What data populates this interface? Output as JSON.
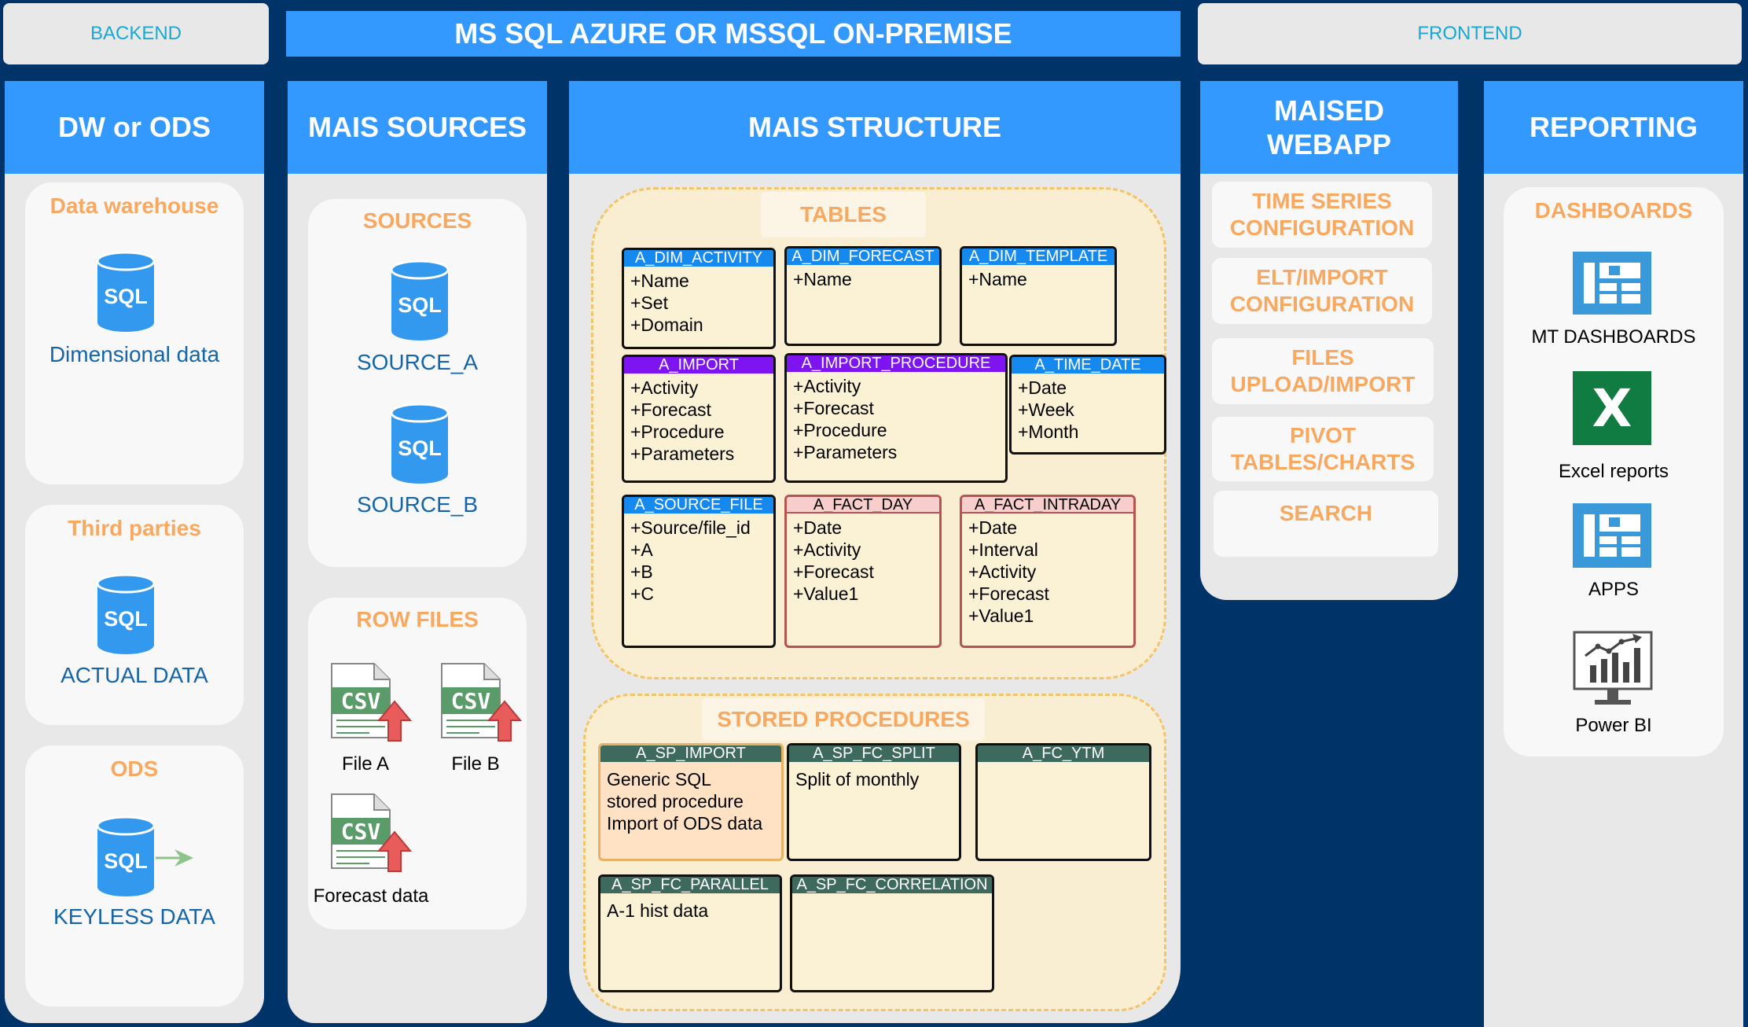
{
  "header": {
    "backend_tab": "BACKEND",
    "title": "MS SQL AZURE OR MSSQL ON-PREMISE",
    "frontend_tab": "FRONTEND"
  },
  "columns": {
    "dw": {
      "title": "DW or ODS",
      "cards": [
        {
          "title": "Data warehouse",
          "label": "Dimensional data"
        },
        {
          "title": "Third parties",
          "label": "ACTUAL DATA"
        },
        {
          "title": "ODS",
          "label": "KEYLESS DATA"
        }
      ]
    },
    "sources": {
      "title": "MAIS SOURCES",
      "sources_card": {
        "title": "SOURCES",
        "items": [
          "SOURCE_A",
          "SOURCE_B"
        ]
      },
      "files_card": {
        "title": "ROW FILES",
        "files": [
          "File A",
          "File B",
          "Forecast data"
        ]
      }
    },
    "structure": {
      "title": "MAIS STRUCTURE",
      "tables_label": "TABLES",
      "procedures_label": "STORED PROCEDURES",
      "tables": [
        {
          "name": "A_DIM_ACTIVITY",
          "fields": [
            "+Name",
            "+Set",
            "+Domain"
          ]
        },
        {
          "name": "A_DIM_FORECAST",
          "fields": [
            "+Name"
          ]
        },
        {
          "name": "A_DIM_TEMPLATE",
          "fields": [
            "+Name"
          ]
        },
        {
          "name": "A_IMPORT",
          "fields": [
            "+Activity",
            "+Forecast",
            "+Procedure",
            "+Parameters"
          ]
        },
        {
          "name": "A_IMPORT_PROCEDURE",
          "fields": [
            "+Activity",
            "+Forecast",
            "+Procedure",
            "+Parameters"
          ]
        },
        {
          "name": "A_TIME_DATE",
          "fields": [
            "+Date",
            "+Week",
            "+Month"
          ]
        },
        {
          "name": "A_SOURCE_FILE",
          "fields": [
            "+Source/file_id",
            "+A",
            "+B",
            "+C"
          ]
        },
        {
          "name": "A_FACT_DAY",
          "fields": [
            "+Date",
            "+Activity",
            "+Forecast",
            "+Value1"
          ]
        },
        {
          "name": "A_FACT_INTRADAY",
          "fields": [
            "+Date",
            "+Interval",
            "+Activity",
            "+Forecast",
            "+Value1"
          ]
        }
      ],
      "procedures": [
        {
          "name": "A_SP_IMPORT",
          "lines": [
            "Generic SQL",
            "stored procedure",
            "Import of ODS data"
          ]
        },
        {
          "name": "A_SP_FC_SPLIT",
          "lines": [
            "Split of monthly"
          ]
        },
        {
          "name": "A_FC_YTM",
          "lines": []
        },
        {
          "name": "A_SP_FC_PARALLEL",
          "lines": [
            "A-1 hist data"
          ]
        },
        {
          "name": "A_SP_FC_CORRELATION",
          "lines": []
        }
      ]
    },
    "webapp": {
      "title_line1": "MAISED",
      "title_line2": "WEBAPP",
      "items": [
        {
          "line1": "TIME SERIES",
          "line2": "CONFIGURATION"
        },
        {
          "line1": "ELT/IMPORT",
          "line2": "CONFIGURATION"
        },
        {
          "line1": "FILES",
          "line2": "UPLOAD/IMPORT"
        },
        {
          "line1": "PIVOT",
          "line2": "TABLES/CHARTS"
        },
        {
          "line1": "SEARCH",
          "line2": ""
        }
      ]
    },
    "reporting": {
      "title": "REPORTING",
      "card_title": "DASHBOARDS",
      "items": [
        "MT DASHBOARDS",
        "Excel reports",
        "APPS",
        "Power BI"
      ]
    }
  },
  "icon_text": {
    "sql": "SQL",
    "csv": "CSV",
    "excel": "X"
  },
  "colors": {
    "background": "#003468",
    "header_blue": "#3399ff",
    "orange_text": "#f9a860",
    "table_fill": "#fbf1d4",
    "purple_header": "#7e14f0",
    "green_header": "#3d6a5c",
    "excel_green": "#107c41"
  }
}
